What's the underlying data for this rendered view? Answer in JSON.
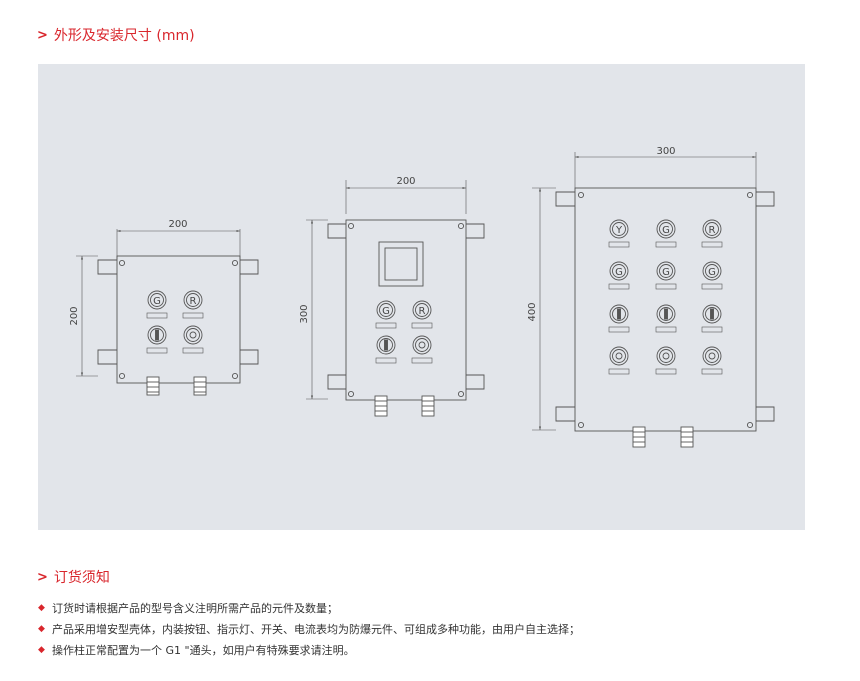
{
  "section1": {
    "chevron": ">",
    "title": "外形及安装尺寸 (mm)"
  },
  "section2": {
    "chevron": ">",
    "title": "订货须知"
  },
  "notes": [
    "订货时请根据产品的型号含义注明所需产品的元件及数量；",
    "产品采用增安型壳体，内装按钮、指示灯、开关、电流表均为防爆元件、可组成多种功能，由用户自主选择；",
    "操作柱正常配置为一个 G1 \"通头，如用户有特殊要求请注明。"
  ],
  "drawings": {
    "small": {
      "width_dim": "200",
      "height_dim": "200",
      "buttons": [
        "G",
        "R"
      ]
    },
    "medium": {
      "width_dim": "200",
      "height_dim": "300",
      "buttons": [
        "G",
        "R"
      ]
    },
    "large": {
      "width_dim": "300",
      "height_dim": "400",
      "row1": [
        "Y",
        "G",
        "R"
      ],
      "row2": [
        "G",
        "G",
        "G"
      ]
    }
  },
  "colors": {
    "accent": "#d9262c",
    "panel": "#e2e5ea",
    "line": "#555555"
  }
}
